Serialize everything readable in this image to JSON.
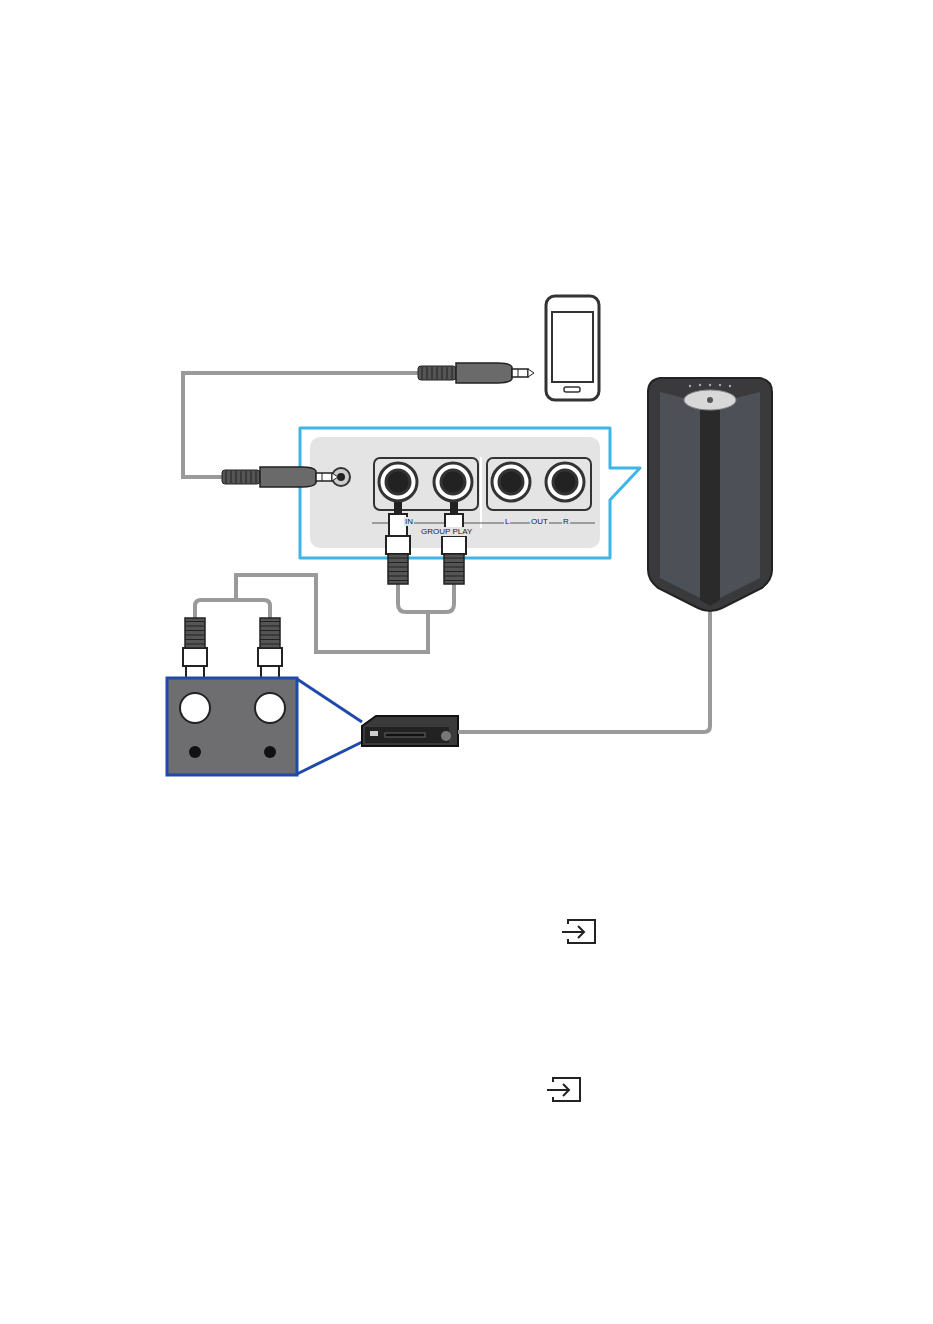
{
  "diagram": {
    "nodes": [
      {
        "text": [
          "IN",
          "L",
          "OUT",
          "R",
          "GROUP PLAY"
        ]
      }
    ]
  }
}
